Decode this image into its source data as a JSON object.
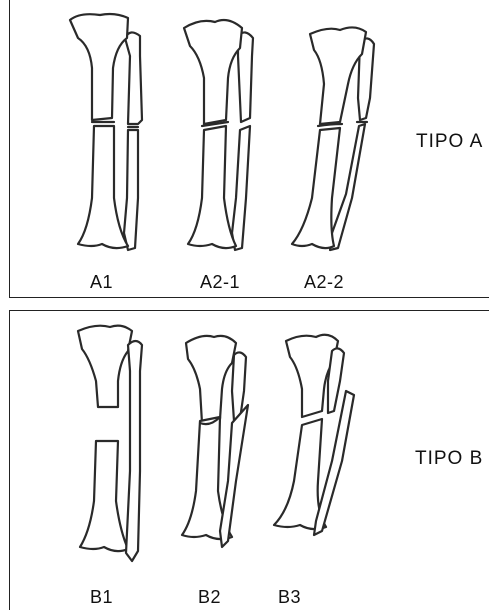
{
  "panels": [
    {
      "type_label": "TIPO A",
      "items": [
        "A1",
        "A2-1",
        "A2-2"
      ]
    },
    {
      "type_label": "TIPO B",
      "items": [
        "B1",
        "B2",
        "B3"
      ]
    }
  ]
}
